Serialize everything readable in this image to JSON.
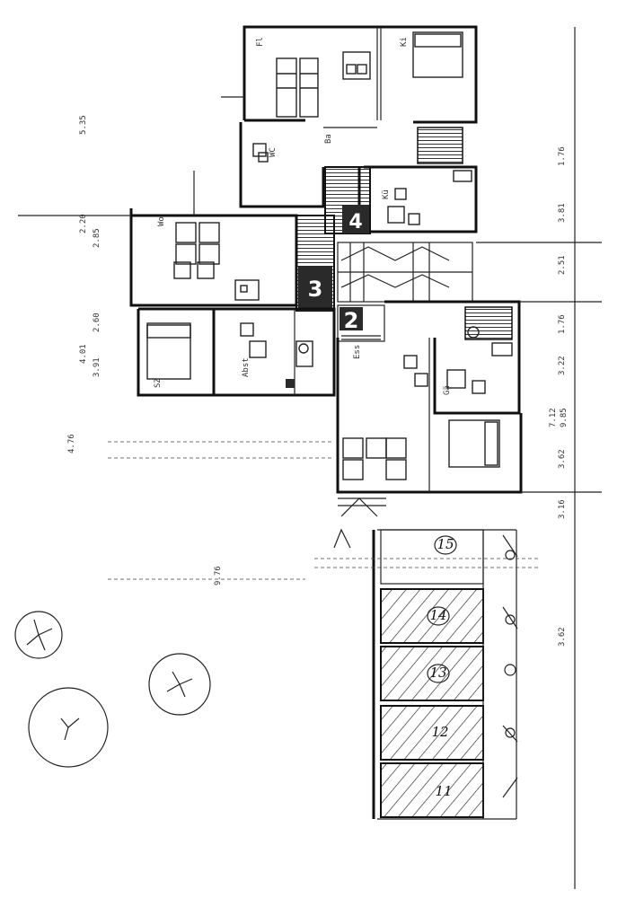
{
  "plan": {
    "stair_labels": [
      "4",
      "3",
      "2"
    ],
    "parking_labels": [
      "15",
      "14",
      "13",
      "12",
      "11"
    ],
    "dimension_labels": [
      "5.35",
      "2.20",
      "3.22",
      "1.76",
      "3.62",
      "7.12",
      "9.85",
      "3.16",
      "2.51",
      "3.91",
      "4.76",
      "2.85",
      "2.60",
      "1.76",
      "4.01",
      "3.81",
      "9.76",
      "3.62"
    ],
    "room_labels": [
      "Fl",
      "Ki",
      "Wo",
      "Ba",
      "SZ",
      "Kü",
      "Ess",
      "Gä",
      "Abst",
      "WC"
    ]
  }
}
